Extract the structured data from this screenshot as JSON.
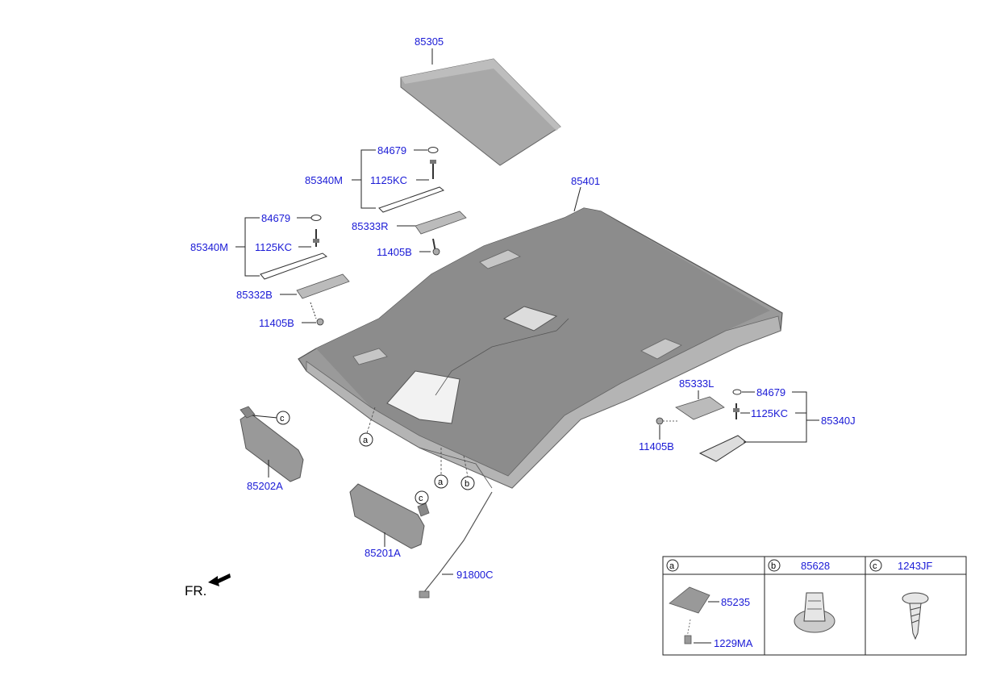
{
  "labels": {
    "p85305": "85305",
    "p85401": "85401",
    "p84679_a": "84679",
    "p1125KC_a": "1125KC",
    "p85340M_a": "85340M",
    "p85333R": "85333R",
    "p11405B_a": "11405B",
    "p84679_b": "84679",
    "p1125KC_b": "1125KC",
    "p85340M_b": "85340M",
    "p85332B": "85332B",
    "p11405B_b": "11405B",
    "p85333L": "85333L",
    "p84679_c": "84679",
    "p1125KC_c": "1125KC",
    "p85340J": "85340J",
    "p11405B_c": "11405B",
    "p85202A": "85202A",
    "p85201A": "85201A",
    "p91800C": "91800C",
    "fr": "FR."
  },
  "callouts": {
    "a": "a",
    "b": "b",
    "c": "c"
  },
  "legend": {
    "a": {
      "key": "a",
      "parts": [
        "85235",
        "1229MA"
      ]
    },
    "b": {
      "key": "b",
      "part": "85628"
    },
    "c": {
      "key": "c",
      "part": "1243JF"
    }
  },
  "colors": {
    "label": "#1a1ad6",
    "headliner": "#9a9a9a",
    "headliner_dark": "#6f6f6f",
    "pad": "#a8a8a8"
  }
}
